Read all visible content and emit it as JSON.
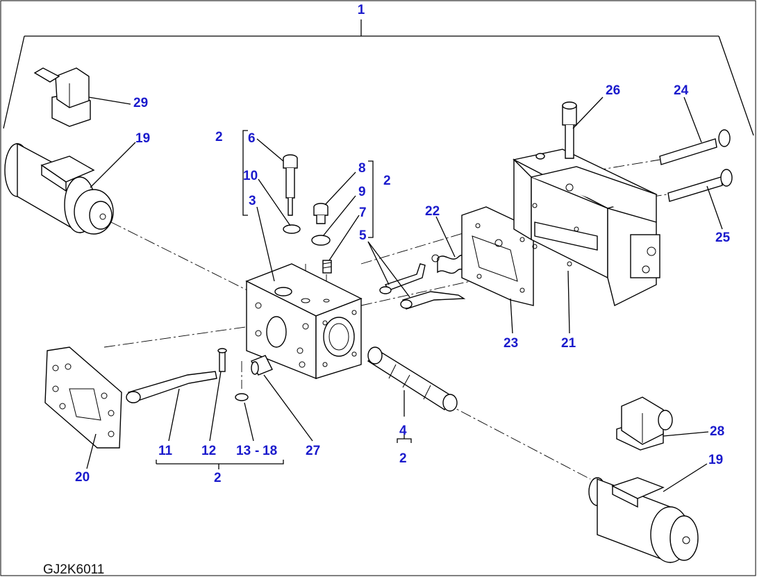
{
  "drawing_code": "GJ2K6011",
  "callouts": [
    {
      "id": "c1",
      "text": "1"
    },
    {
      "id": "c29",
      "text": "29"
    },
    {
      "id": "c19a",
      "text": "19"
    },
    {
      "id": "c2a",
      "text": "2"
    },
    {
      "id": "c6",
      "text": "6"
    },
    {
      "id": "c10",
      "text": "10"
    },
    {
      "id": "c3",
      "text": "3"
    },
    {
      "id": "c8",
      "text": "8"
    },
    {
      "id": "c9",
      "text": "9"
    },
    {
      "id": "c7",
      "text": "7"
    },
    {
      "id": "c5",
      "text": "5"
    },
    {
      "id": "c2b",
      "text": "2"
    },
    {
      "id": "c22",
      "text": "22"
    },
    {
      "id": "c26",
      "text": "26"
    },
    {
      "id": "c24",
      "text": "24"
    },
    {
      "id": "c25",
      "text": "25"
    },
    {
      "id": "c23",
      "text": "23"
    },
    {
      "id": "c21",
      "text": "21"
    },
    {
      "id": "c20",
      "text": "20"
    },
    {
      "id": "c11",
      "text": "11"
    },
    {
      "id": "c12",
      "text": "12"
    },
    {
      "id": "c13",
      "text": "13"
    },
    {
      "id": "c18",
      "text": "18"
    },
    {
      "id": "c2c",
      "text": "2"
    },
    {
      "id": "c27",
      "text": "27"
    },
    {
      "id": "c4",
      "text": "4"
    },
    {
      "id": "c2d",
      "text": "2"
    },
    {
      "id": "c28",
      "text": "28"
    },
    {
      "id": "c19b",
      "text": "19"
    }
  ]
}
